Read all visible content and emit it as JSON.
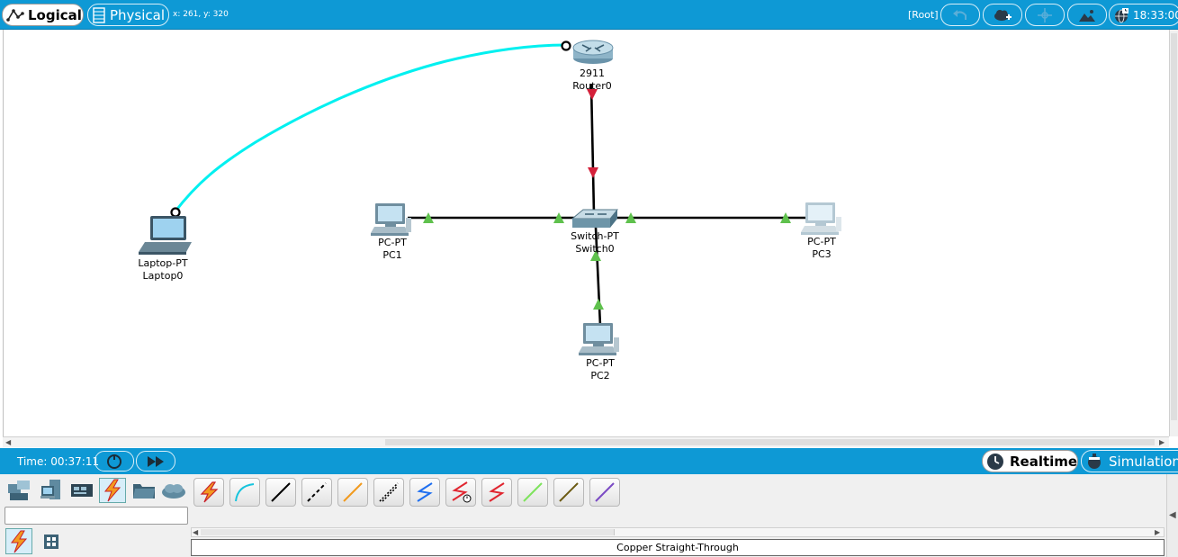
{
  "top_bar": {
    "logical_label": "Logical",
    "physical_label": "Physical",
    "coordinates": "x: 261, y: 320",
    "root_label": "[Root]",
    "clock": "18:33:00"
  },
  "devices": {
    "router": {
      "model": "2911",
      "name": "Router0"
    },
    "switch": {
      "model": "Switch-PT",
      "name": "Switch0"
    },
    "laptop": {
      "model": "Laptop-PT",
      "name": "Laptop0"
    },
    "pc1": {
      "model": "PC-PT",
      "name": "PC1"
    },
    "pc2": {
      "model": "PC-PT",
      "name": "PC2"
    },
    "pc3": {
      "model": "PC-PT",
      "name": "PC3"
    }
  },
  "time_bar": {
    "time": "Time: 00:37:11",
    "realtime_label": "Realtime",
    "simulation_label": "Simulation"
  },
  "bottom_panel": {
    "search_value": "",
    "status_text": "Copper Straight-Through",
    "cables": [
      "automatic-connection",
      "console",
      "copper-straight-through",
      "copper-cross-over",
      "fiber",
      "phone",
      "coaxial",
      "serial-dce",
      "serial-dte",
      "octal",
      "iot-custom",
      "usb"
    ]
  },
  "colors": {
    "accent": "#0e99d5",
    "wireless_link": "#00f0f0",
    "link_up": "#5fc14d",
    "link_down": "#d4203a"
  }
}
